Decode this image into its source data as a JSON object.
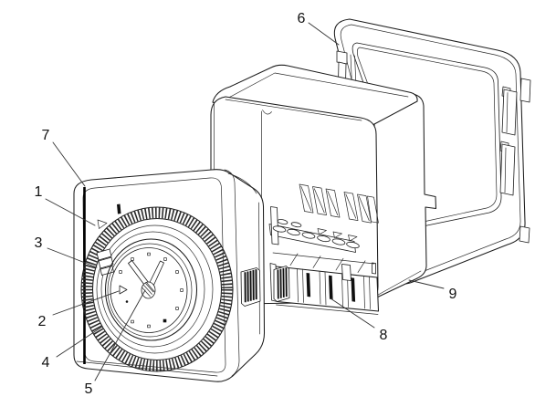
{
  "drawing": {
    "background_color": "#ffffff",
    "line_color": "#1c1c1c",
    "callouts": [
      "1",
      "2",
      "3",
      "4",
      "5",
      "6",
      "7",
      "8",
      "9"
    ]
  }
}
